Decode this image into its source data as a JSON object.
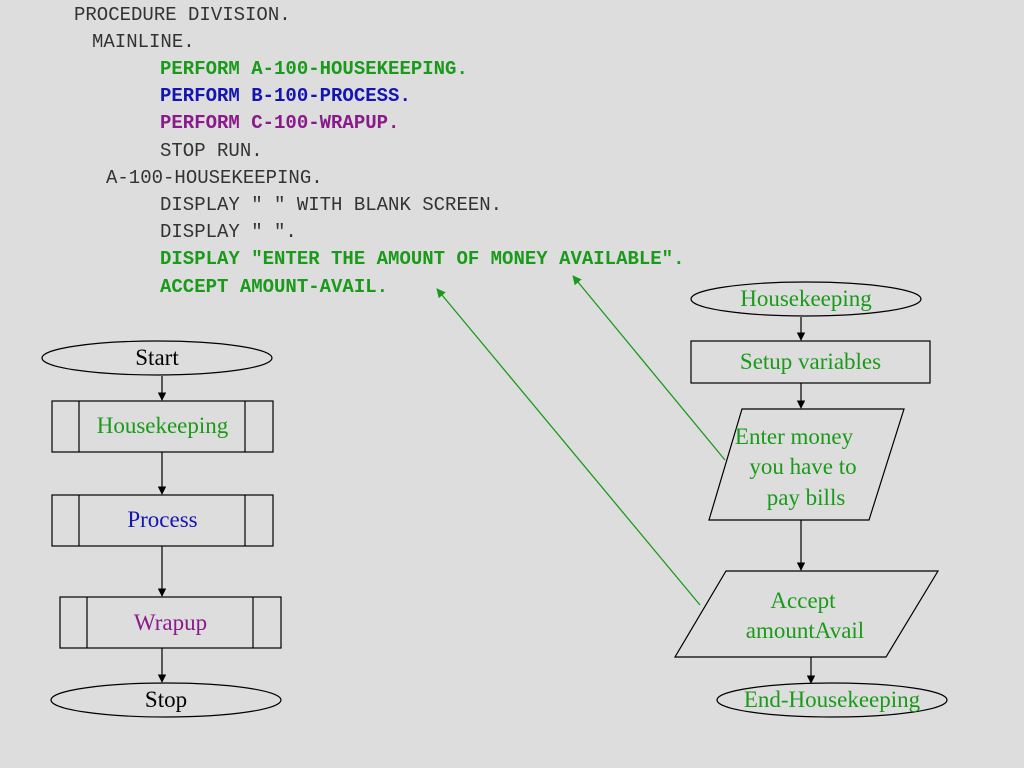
{
  "code": {
    "line1": "PROCEDURE DIVISION.",
    "line2": "MAINLINE.",
    "line3": "PERFORM A-100-HOUSEKEEPING.",
    "line4": "PERFORM B-100-PROCESS.",
    "line5": "PERFORM C-100-WRAPUP.",
    "line6": "STOP RUN.",
    "line7": "A-100-HOUSEKEEPING.",
    "line8": "DISPLAY \" \" WITH BLANK SCREEN.",
    "line9": "DISPLAY \" \".",
    "line10": "DISPLAY \"ENTER THE AMOUNT OF MONEY AVAILABLE\".",
    "line11": "ACCEPT AMOUNT-AVAIL."
  },
  "left_flow": {
    "start": "Start",
    "housekeeping": "Housekeeping",
    "process": "Process",
    "wrapup": "Wrapup",
    "stop": "Stop"
  },
  "right_flow": {
    "housekeeping": "Housekeeping",
    "setup": "Setup variables",
    "enter_line1": "Enter money",
    "enter_line2": "you have to",
    "enter_line3": "pay bills",
    "accept_line1": "Accept",
    "accept_line2": "amountAvail",
    "end": "End-Housekeeping"
  },
  "colors": {
    "background": "#dddddd",
    "green": "#1a9a1a",
    "blue": "#1414b4",
    "purple": "#8a1a8a",
    "text": "#333333"
  }
}
